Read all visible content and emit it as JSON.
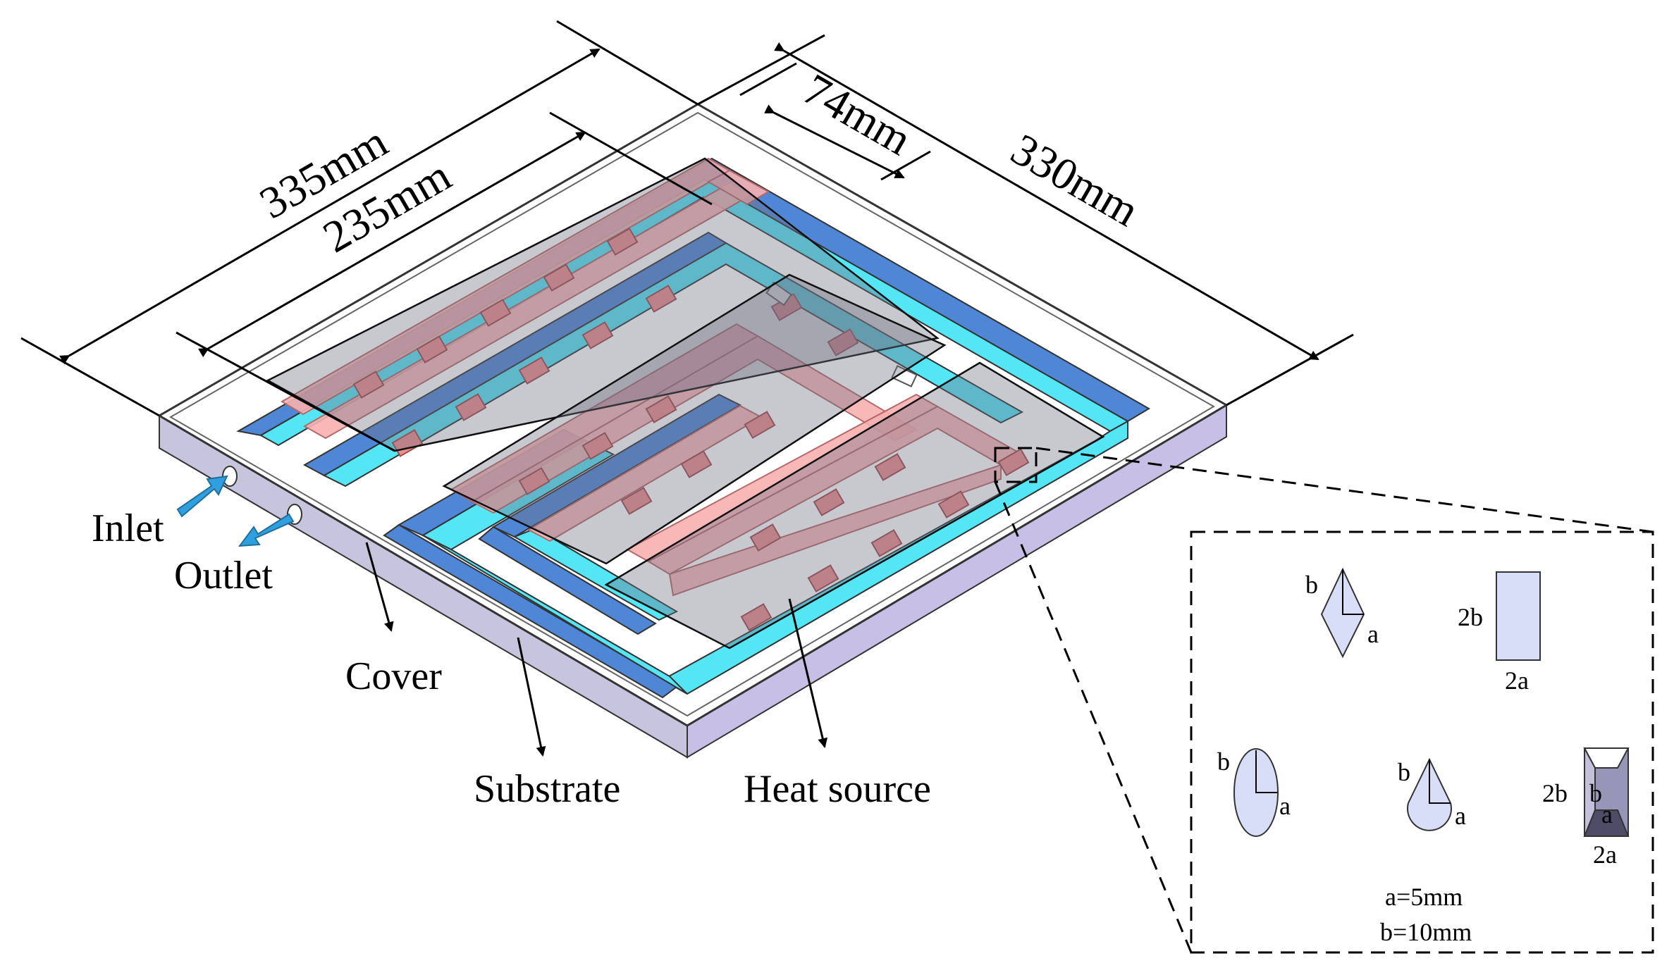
{
  "dimensions": {
    "outer_length": "335mm",
    "inner_length": "235mm",
    "channel_offset": "74mm",
    "plate_width": "330mm"
  },
  "labels": {
    "inlet": "Inlet",
    "outlet": "Outlet",
    "cover": "Cover",
    "substrate": "Substrate",
    "heat_source": "Heat source"
  },
  "detail": {
    "shape1_b": "b",
    "shape1_a": "a",
    "shape2_h": "2b",
    "shape2_w": "2a",
    "shape3_b": "b",
    "shape3_a": "a",
    "shape4_b": "b",
    "shape4_a": "a",
    "shape5_h": "2b",
    "shape5_b": "b",
    "shape5_a": "a",
    "shape5_w": "2a",
    "param_a": "a=5mm",
    "param_b": "b=10mm"
  },
  "colors": {
    "channel_cyan": "#55e6f6",
    "channel_blue": "#4f86d6",
    "pin_fin": "#f29a9a",
    "substrate_side": "#b9b3dc",
    "heat_source": "#7f7f8e",
    "arrow_blue": "#2f9fe0"
  }
}
